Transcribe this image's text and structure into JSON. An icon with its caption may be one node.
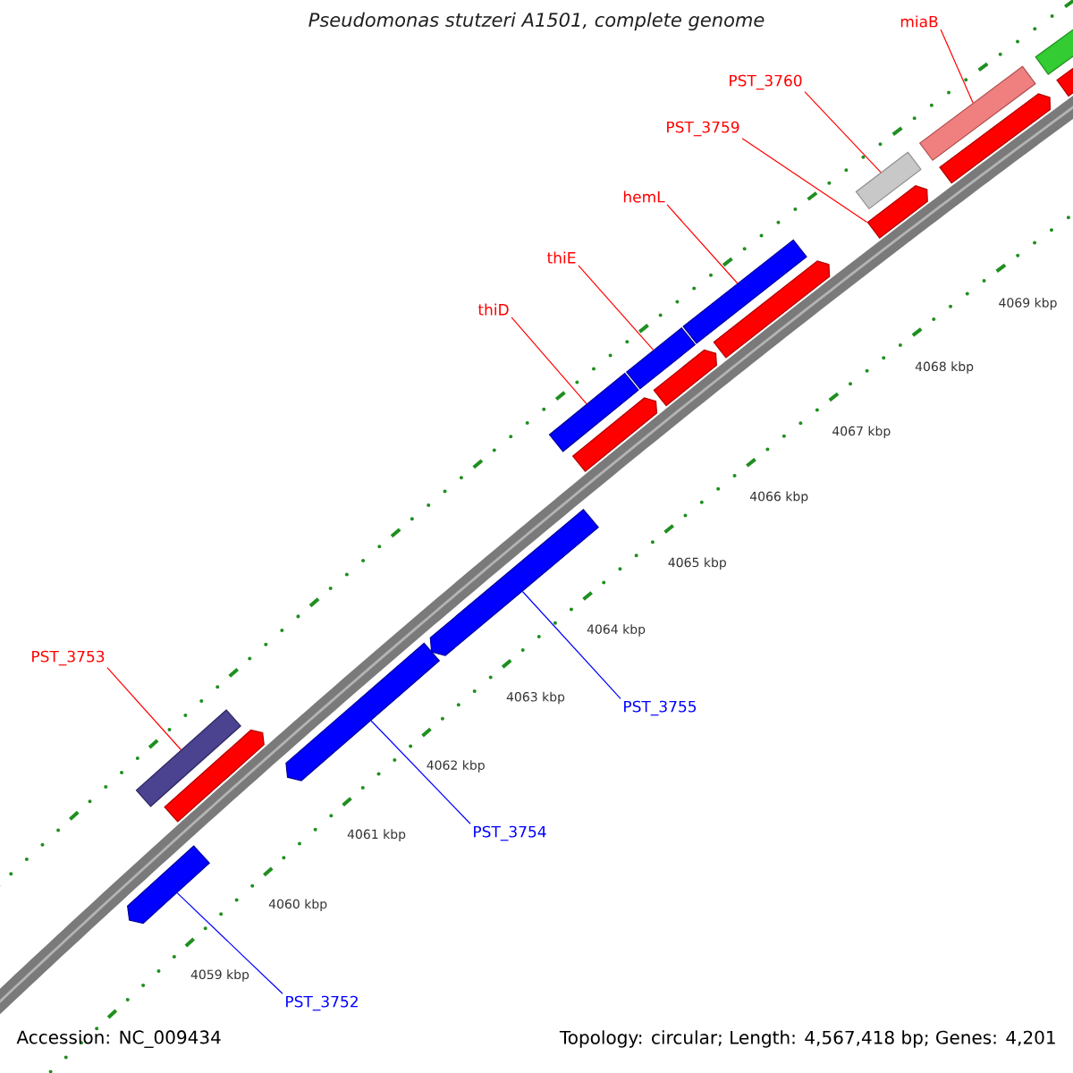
{
  "diagram": {
    "title": "Pseudomonas stutzeri A1501, complete genome",
    "nodes": [
      {
        "text": [
          "miaB"
        ]
      },
      {
        "text": [
          "PST_3760"
        ]
      },
      {
        "text": [
          "PST_3759"
        ]
      },
      {
        "text": [
          "hemL"
        ]
      },
      {
        "text": [
          "thiE"
        ]
      },
      {
        "text": [
          "thiD"
        ]
      },
      {
        "text": [
          "PST_3753"
        ]
      },
      {
        "text": [
          "PST_3755"
        ]
      },
      {
        "text": [
          "PST_3754"
        ]
      },
      {
        "text": [
          "PST_3752"
        ]
      },
      {
        "text": [],
        "shape": "pentagon"
      },
      {
        "text": [],
        "shape": "bar"
      },
      {
        "text": [],
        "shape": "pentagon"
      },
      {
        "text": [],
        "shape": "pentagon"
      },
      {
        "text": [],
        "shape": "pentagon"
      },
      {
        "text": [],
        "shape": "bar"
      },
      {
        "text": [],
        "shape": "bar"
      },
      {
        "text": [],
        "shape": "bar"
      },
      {
        "text": [],
        "shape": "pentagon"
      },
      {
        "text": [],
        "shape": "pentagon"
      },
      {
        "text": [],
        "shape": "pentagon"
      },
      {
        "text": [],
        "shape": "pentagon"
      },
      {
        "text": [],
        "shape": "bar"
      },
      {
        "text": [],
        "shape": "bar"
      },
      {
        "text": [],
        "shape": "pentagon"
      },
      {
        "text": [],
        "shape": "bar"
      },
      {
        "text": [],
        "shape": "pentagon"
      }
    ],
    "edges": [
      {
        "from": 0,
        "to": 23,
        "arrow": "none"
      },
      {
        "from": 1,
        "to": 22,
        "arrow": "none"
      },
      {
        "from": 2,
        "to": 21,
        "arrow": "none"
      },
      {
        "from": 3,
        "to": 17,
        "arrow": "none"
      },
      {
        "from": 4,
        "to": 16,
        "arrow": "none"
      },
      {
        "from": 5,
        "to": 15,
        "arrow": "none"
      },
      {
        "from": 6,
        "to": 11,
        "arrow": "none"
      },
      {
        "from": 7,
        "to": 14,
        "arrow": "none",
        "color": "#0000ff"
      },
      {
        "from": 8,
        "to": 13,
        "arrow": "none",
        "color": "#0000ff"
      },
      {
        "from": 9,
        "to": 10,
        "arrow": "none",
        "color": "#0000ff"
      }
    ],
    "labels": [
      "4069 kbp",
      "4068 kbp",
      "4067 kbp",
      "4066 kbp",
      "4065 kbp",
      "4064 kbp",
      "4063 kbp",
      "4062 kbp",
      "4061 kbp",
      "4060 kbp",
      "4059 kbp",
      "Accession: NC_009434",
      "Topology: circular; Length: 4,567,418 bp; Genes: 4,201"
    ]
  }
}
